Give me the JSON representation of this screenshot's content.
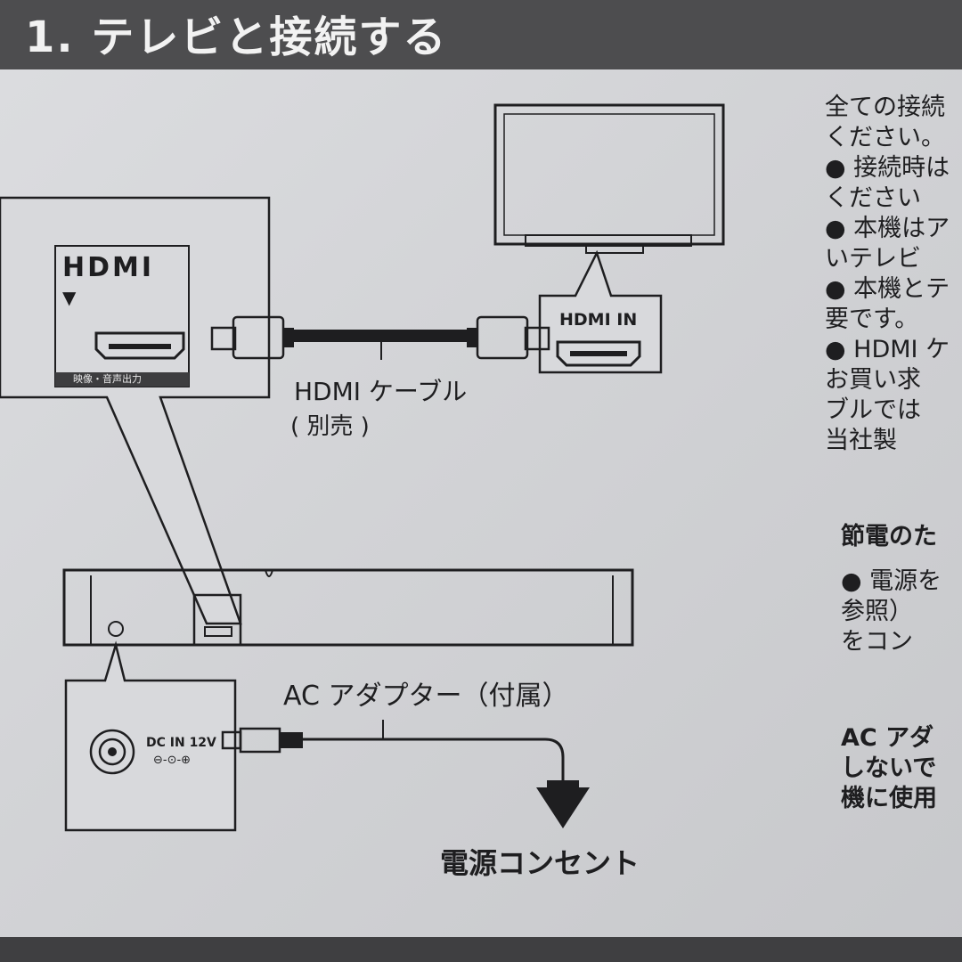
{
  "header": {
    "title": "1. テレビと接続する"
  },
  "diagram": {
    "hdmi_logo": "HDMI",
    "hdmi_arrow": "▼",
    "port_label": "映像・音声出力",
    "tv_port_label": "HDMI IN",
    "cable_label": "HDMI ケーブル",
    "cable_note": "( 別売 )",
    "adapter_label": "AC アダプター（付属）",
    "dc_label": "DC IN 12V",
    "dc_polarity": "⊖-⊙-⊕",
    "outlet_label": "電源コンセント"
  },
  "side_text": {
    "lines": [
      "全ての接続",
      "ください。",
      "● 接続時は",
      "  ください",
      "● 本機はア",
      "  いテレビ",
      "● 本機とテ",
      "  要です。",
      "● HDMI ケ",
      "  お買い求",
      "  ブルでは",
      "  当社製"
    ],
    "section_heading": "節電のた",
    "section_lines": [
      "● 電源を",
      "  参照）",
      "  をコン"
    ],
    "note_lines": [
      "AC アダ",
      "しないで",
      "機に使用"
    ]
  }
}
